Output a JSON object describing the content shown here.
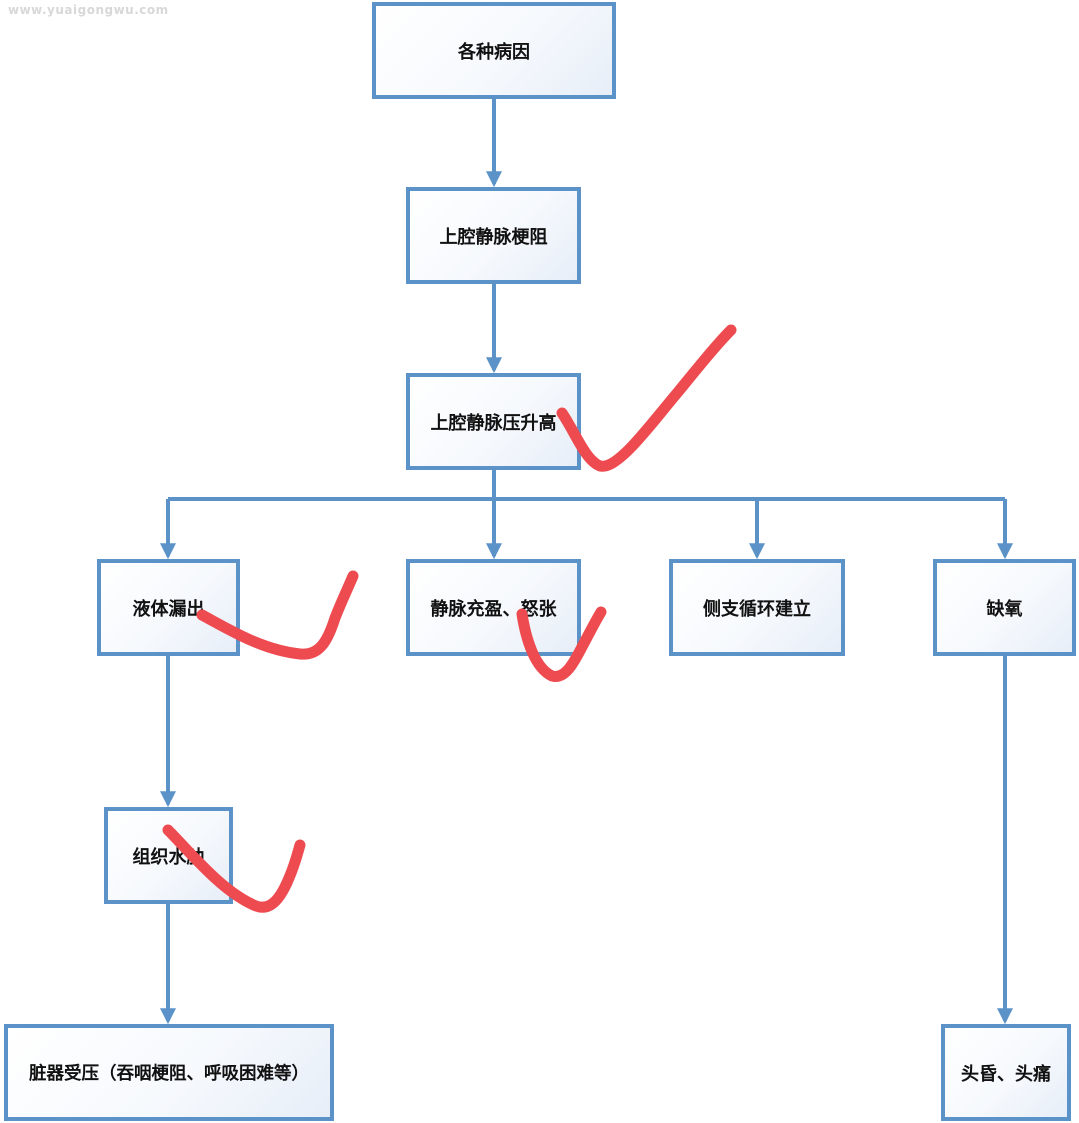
{
  "watermark": "www.yuaigongwu.com",
  "nodes": {
    "causes": "各种病因",
    "svc_obstruction": "上腔静脉梗阻",
    "svc_pressure_high": "上腔静脉压升高",
    "fluid_leak": "液体漏出",
    "vein_distension": "静脉充盈、怒张",
    "collateral": "侧支循环建立",
    "hypoxia": "缺氧",
    "tissue_edema": "组织水肿",
    "organ_compression": "脏器受压（吞咽梗阻、呼吸困难等）",
    "dizziness_headache": "头昏、头痛"
  },
  "colors": {
    "box_border": "#5b93c8",
    "arrow": "#5b93c8",
    "check_mark": "#ee4b50"
  }
}
